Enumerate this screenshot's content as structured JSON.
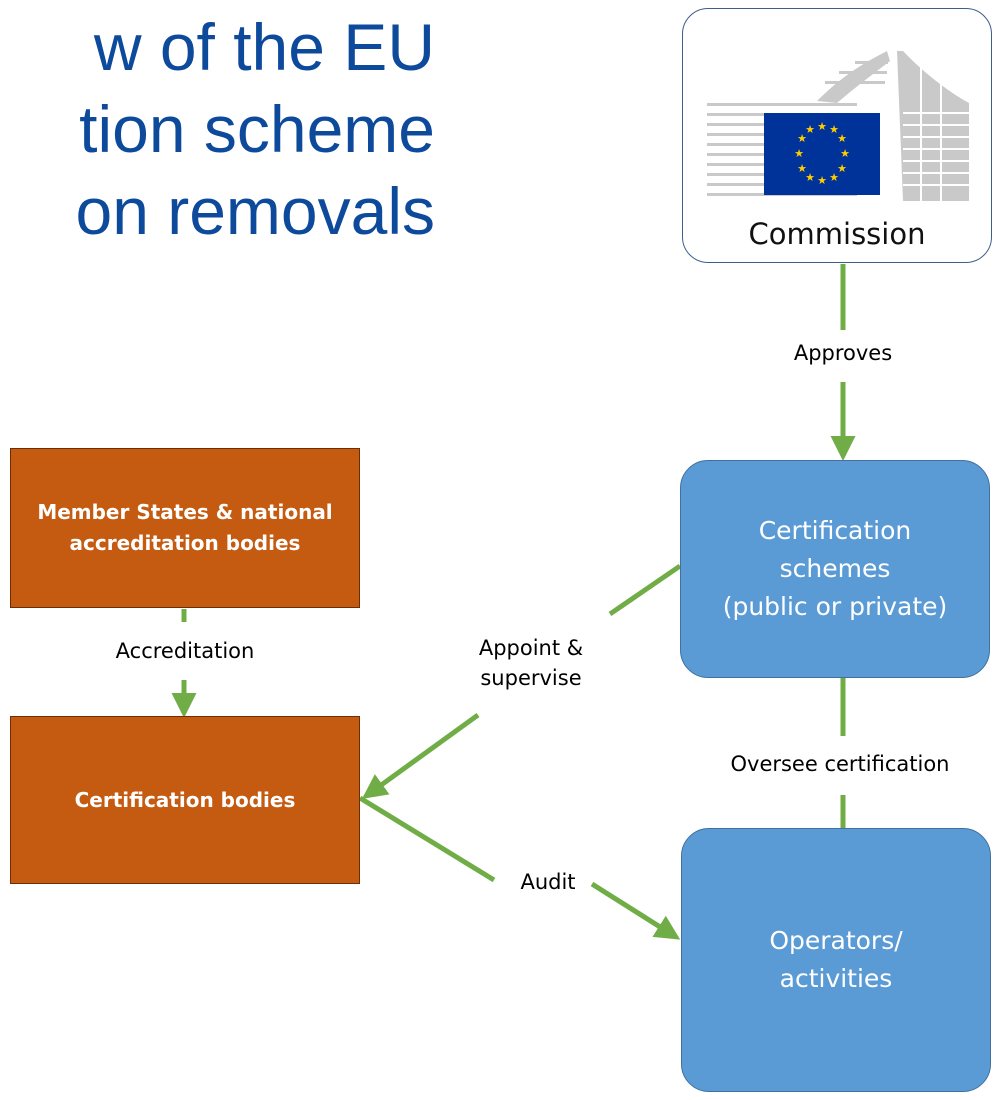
{
  "title": {
    "line1": "w of the EU",
    "line2": "tion scheme",
    "line3": "on removals"
  },
  "nodes": {
    "commission": {
      "label": "Commission",
      "logo": "european-commission-logo"
    },
    "member_states": {
      "label": "Member States & national accreditation bodies"
    },
    "certification_bodies": {
      "label": "Certification bodies"
    },
    "certification_schemes": {
      "label": "Certification\nschemes\n(public or private)"
    },
    "operators": {
      "label": "Operators/\nactivities"
    }
  },
  "edges": {
    "approves": {
      "label": "Approves"
    },
    "accreditation": {
      "label": "Accreditation"
    },
    "appoint_supervise": {
      "label": "Appoint &\nsupervise"
    },
    "oversee_certification": {
      "label": "Oversee certification"
    },
    "audit": {
      "label": "Audit"
    }
  },
  "colors": {
    "title": "#0d4a9c",
    "orange_box": "#c55a11",
    "blue_box": "#5b9bd5",
    "arrow": "#70ad47",
    "eu_flag": "#003399",
    "eu_stars": "#ffcc00"
  }
}
